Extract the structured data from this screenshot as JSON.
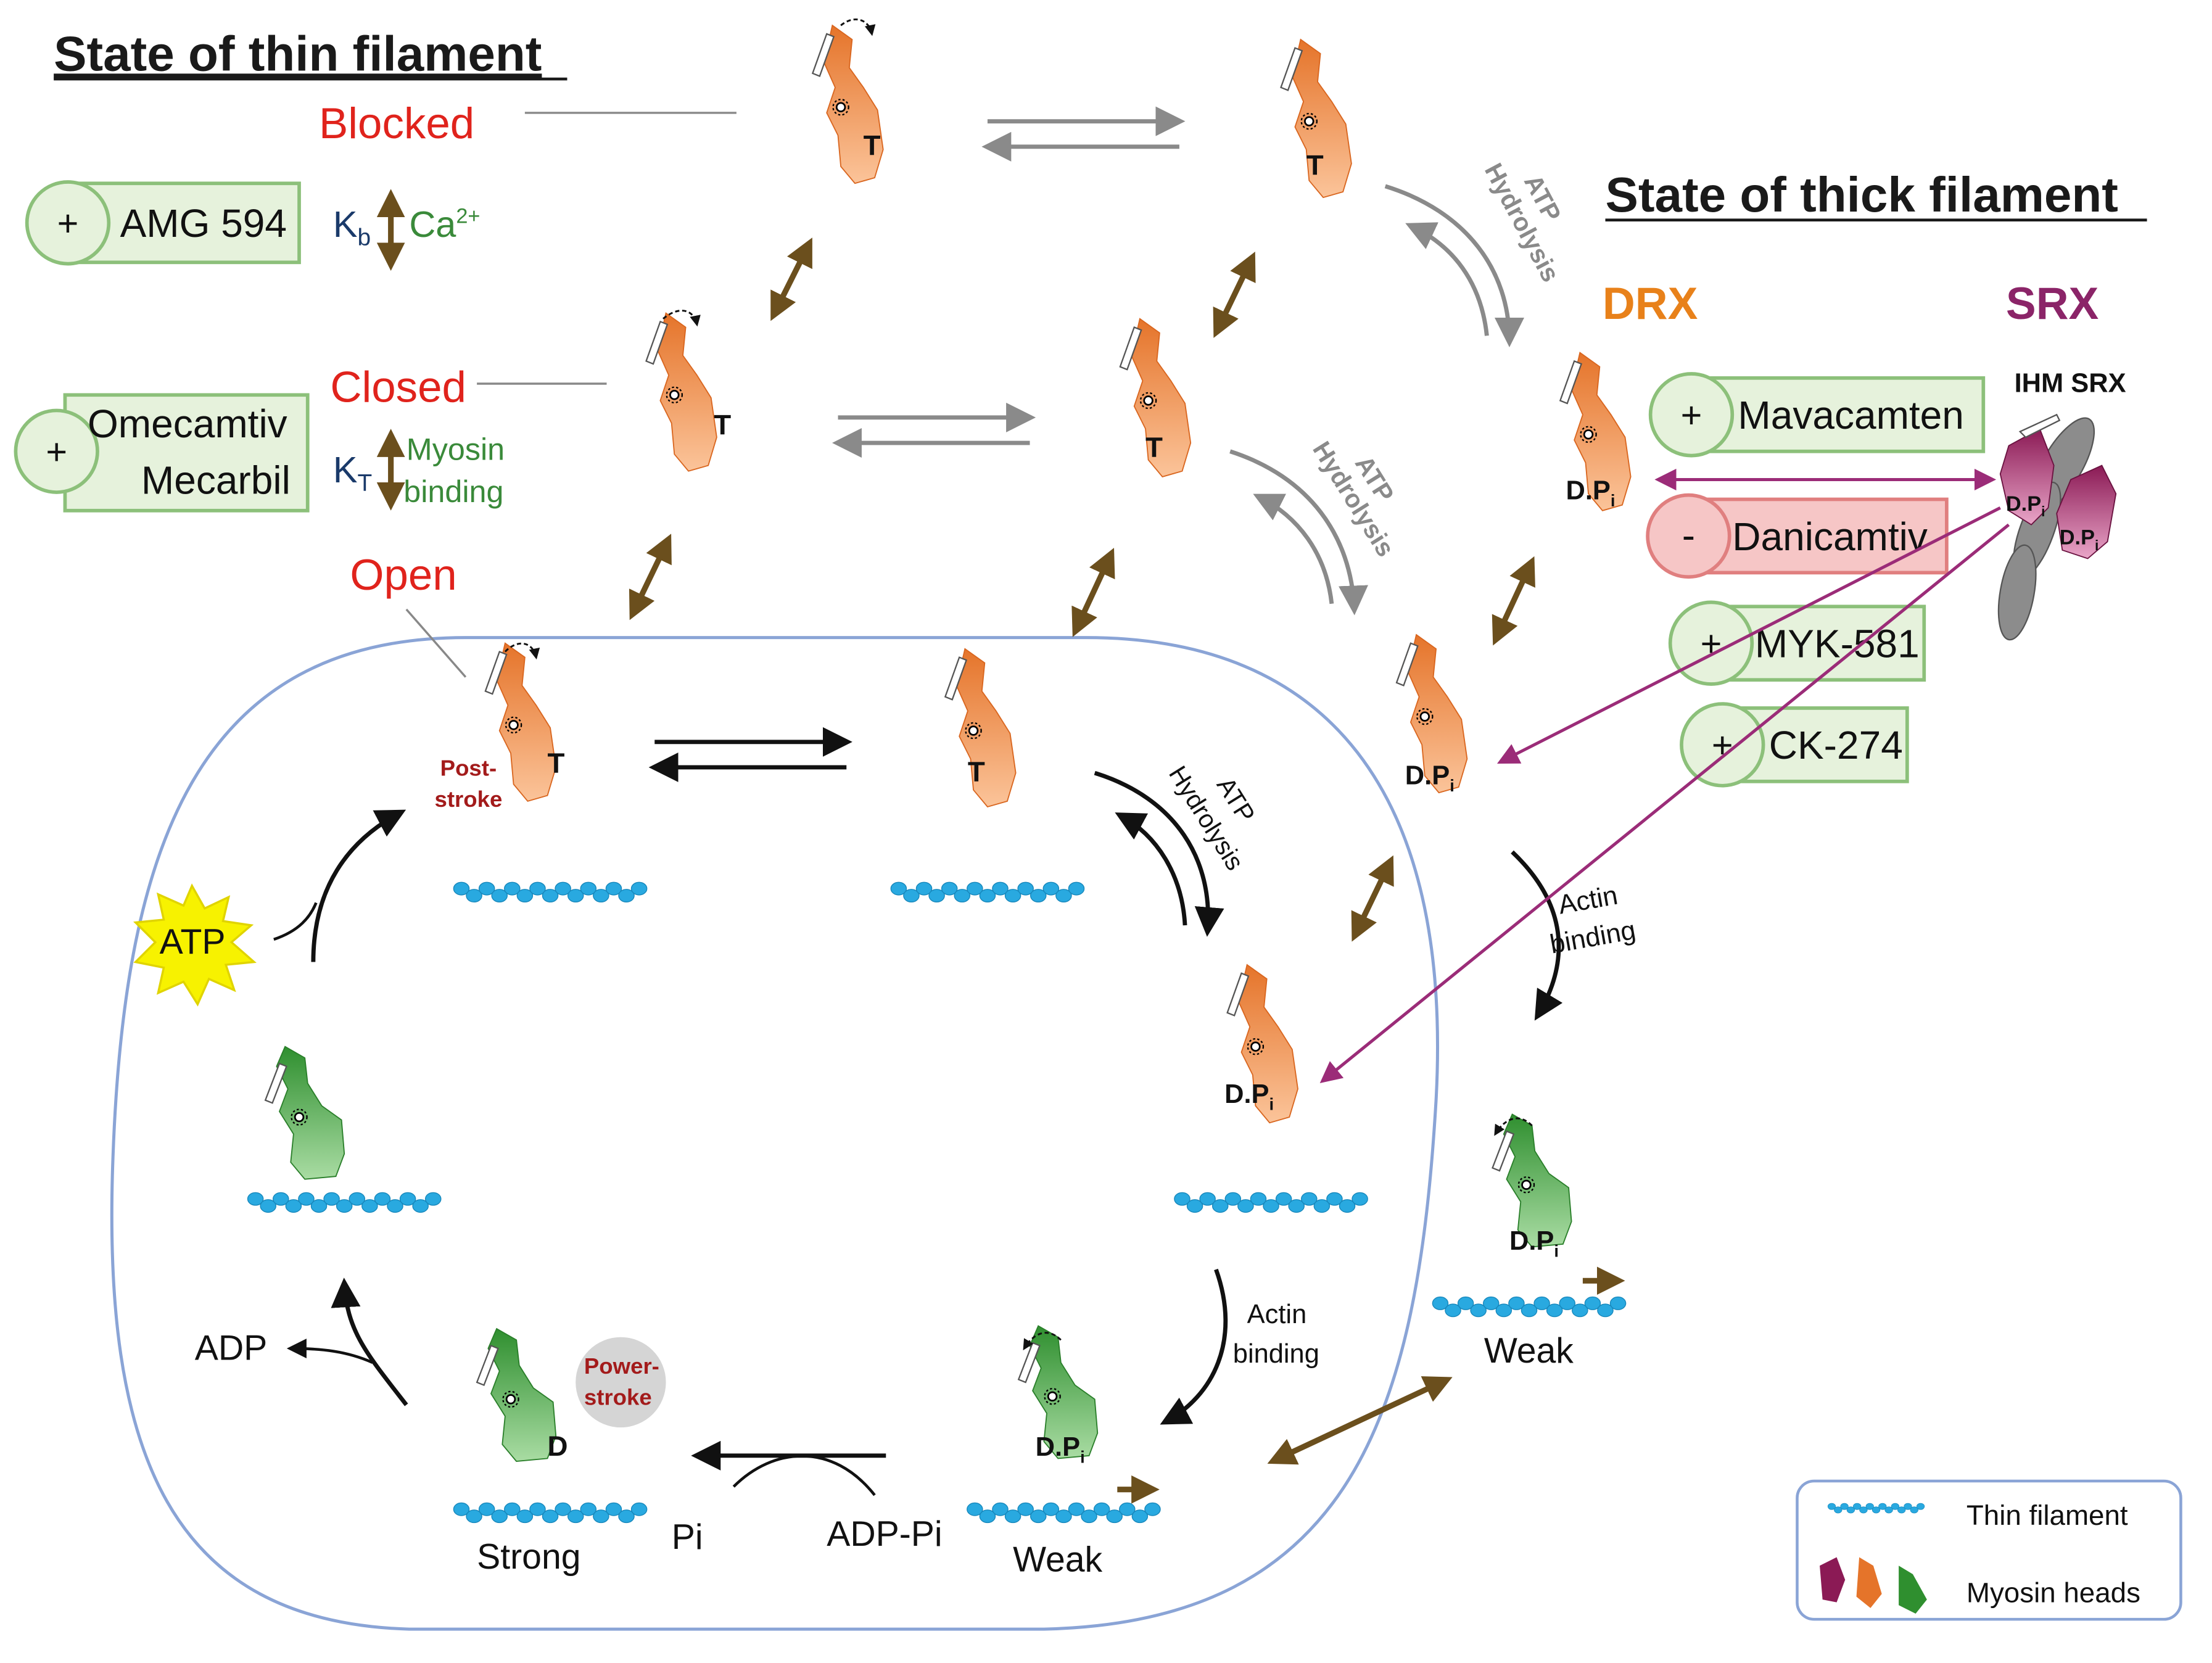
{
  "thin_state": {
    "heading": "State of thin filament",
    "blocked": "Blocked",
    "closed": "Closed",
    "open": "Open",
    "kb_main": "K",
    "kb_sub": "b",
    "ca_main": "Ca",
    "ca_sup": "2+",
    "kt_main": "K",
    "kt_sub": "T",
    "myosin_binding_1": "Myosin",
    "myosin_binding_2": "binding"
  },
  "thick_state": {
    "heading": "State of thick filament",
    "drx": "DRX",
    "srx": "SRX",
    "ihm_srx": "IHM SRX"
  },
  "drugs": {
    "amg594": {
      "sign": "+",
      "label": "AMG 594"
    },
    "omecamtiv": {
      "sign": "+",
      "label1": "Omecamtiv",
      "label2": "Mecarbil"
    },
    "mavacamten": {
      "sign": "+",
      "label": "Mavacamten"
    },
    "danicamtiv": {
      "sign": "-",
      "label": "Danicamtiv"
    },
    "myk581": {
      "sign": "+",
      "label": "MYK-581"
    },
    "ck274": {
      "sign": "+",
      "label": "CK-274"
    }
  },
  "heads": {
    "t_label": "T",
    "dp_main": "D.P",
    "dp_sub": "i",
    "d_label": "D"
  },
  "cycle": {
    "atp": "ATP",
    "atp_hydrolysis_1": "ATP",
    "atp_hydrolysis_2": "Hydrolysis",
    "actin_binding_1": "Actin",
    "actin_binding_2": "binding",
    "post_stroke_1": "Post-",
    "post_stroke_2": "stroke",
    "power_stroke_1": "Power-",
    "power_stroke_2": "stroke",
    "adp": "ADP",
    "pi": "Pi",
    "adp_pi": "ADP-Pi",
    "strong": "Strong",
    "weak": "Weak"
  },
  "legend": {
    "thin_filament": "Thin filament",
    "myosin_heads": "Myosin heads"
  },
  "colors": {
    "orange_light": "#f8b27a",
    "orange_dark": "#e5742a",
    "green_light": "#8fd08a",
    "green_dark": "#2f8f2f",
    "maroon": "#8b1a55",
    "actin": "#29a9e0",
    "brown_arrow": "#6b4f1d",
    "red_label": "#e0231c",
    "magenta_line": "#9b2c78",
    "drx_orange": "#e8811a",
    "srx_purple": "#8b2468",
    "drug_green_fill": "#e6f2dc",
    "drug_green_border": "#8cc07a",
    "drug_red_fill": "#f6c6c6",
    "drug_red_border": "#e07f7f",
    "cycle_border": "#8aa4d6"
  }
}
